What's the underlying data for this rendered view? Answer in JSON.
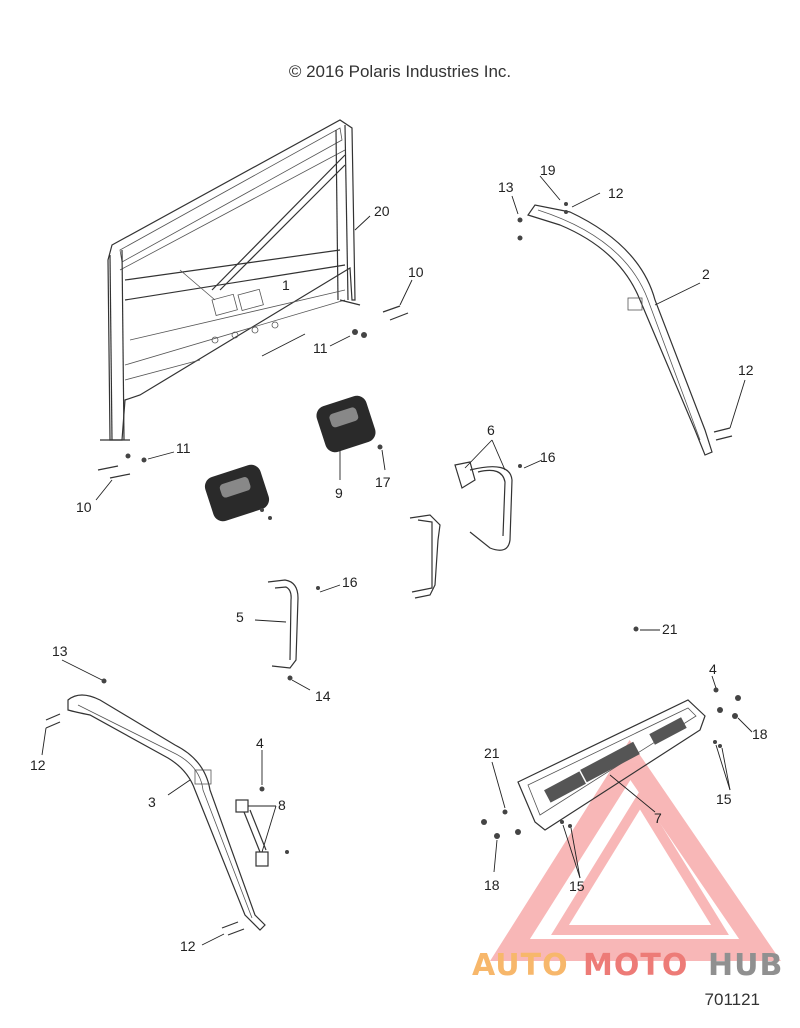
{
  "header": {
    "copyright": "© 2016 Polaris Industries Inc."
  },
  "footer": {
    "figure_id": "701121"
  },
  "watermark": {
    "part1": "AUTO",
    "part2": "MOTO",
    "part3": "HUB",
    "colors": {
      "orange": "#f5a03a",
      "red": "#e8504a",
      "gray": "#6b6b6b",
      "pink": "#f6a0a0"
    }
  },
  "callouts": {
    "c1": "1",
    "c2": "2",
    "c3": "3",
    "c4a": "4",
    "c4b": "4",
    "c5": "5",
    "c6": "6",
    "c7": "7",
    "c8": "8",
    "c9": "9",
    "c10a": "10",
    "c10b": "10",
    "c11a": "11",
    "c11b": "11",
    "c12a": "12",
    "c12b": "12",
    "c12c": "12",
    "c12d": "12",
    "c13a": "13",
    "c13b": "13",
    "c14": "14",
    "c15a": "15",
    "c15b": "15",
    "c16a": "16",
    "c16b": "16",
    "c17": "17",
    "c18a": "18",
    "c18b": "18",
    "c19": "19",
    "c20": "20",
    "c21a": "21",
    "c21b": "21"
  }
}
